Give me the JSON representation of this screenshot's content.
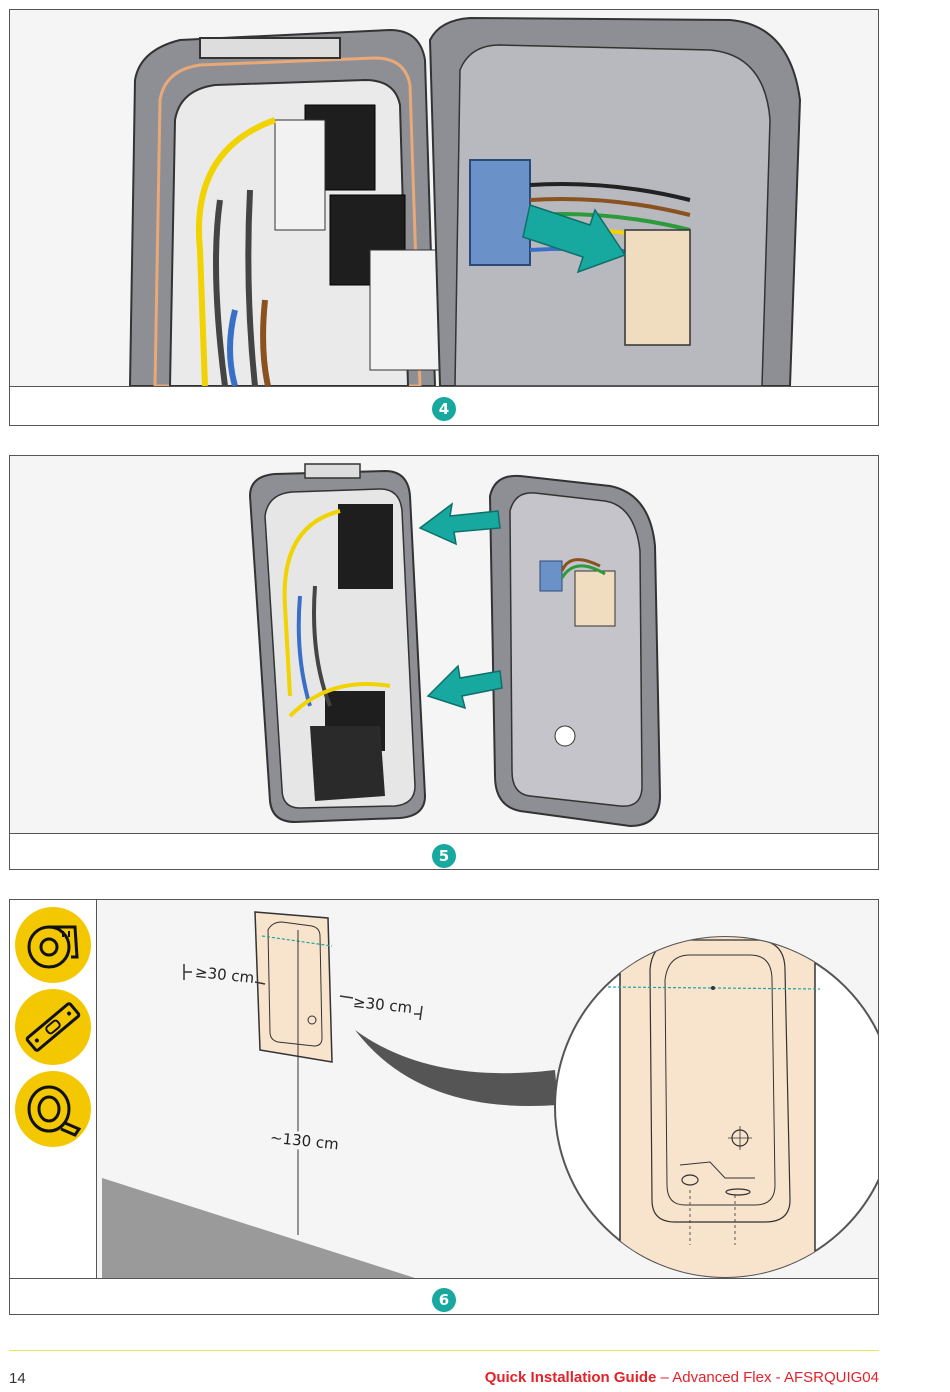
{
  "panels": [
    {
      "step": "4",
      "art": "wiring-connector-transfer"
    },
    {
      "step": "5",
      "art": "cover-attachment"
    },
    {
      "step": "6",
      "art": "wall-mounting-template"
    }
  ],
  "measurements": {
    "left_clearance": "≥30 cm",
    "right_clearance": "≥30 cm",
    "height": "~130 cm"
  },
  "tools": [
    "tape-measure-icon",
    "spirit-level-icon",
    "adhesive-tape-icon"
  ],
  "footer": {
    "page_number": "14",
    "title_bold": "Quick Installation Guide",
    "title_rest": " – Advanced Flex - AFSRQUIG04"
  },
  "colors": {
    "accent": "#17a89f",
    "brand_red": "#e3222a",
    "tool_yellow": "#f4c800",
    "template_beige": "#f8e3cc"
  }
}
